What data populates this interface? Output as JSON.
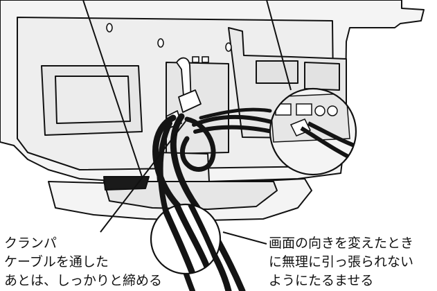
{
  "callouts": {
    "clamp": {
      "lines": [
        "クランパ",
        "ケーブルを通した",
        "あとは、しっかりと締める"
      ]
    },
    "swivel": {
      "lines": [
        "画面の向きを変えたとき",
        "に無理に引っ張られない",
        "ようにたるませる"
      ]
    }
  },
  "colors": {
    "line": "#111111",
    "panel_fill": "#f4f4f4",
    "panel_shade": "#e2e2e2",
    "cable": "#141414"
  }
}
